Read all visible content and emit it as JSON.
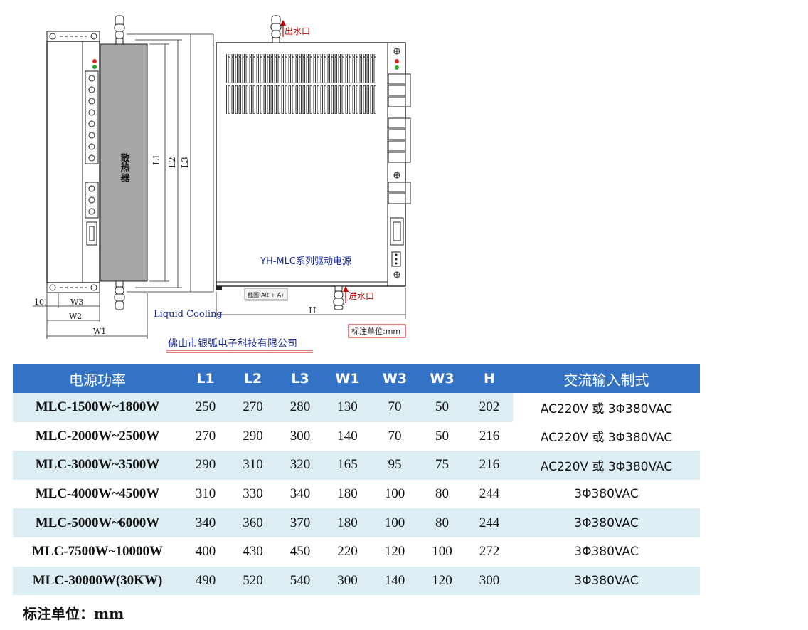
{
  "drawing": {
    "outlet_label": "出水口",
    "inlet_label": "进水口",
    "heatsink_label": "散热",
    "heatsink_label_extra": "器",
    "dim_L1": "L1",
    "dim_L2": "L2",
    "dim_L3": "L3",
    "dim_W1": "W1",
    "dim_W2": "W2",
    "dim_W3": "W3",
    "dim_10": "10",
    "dim_H": "H",
    "cooling_label": "Liquid Cooling",
    "product_label": "YH-MLC系列驱动电源",
    "screenshot_tip": "截图(Alt + A)",
    "unit_box": "标注单位:mm",
    "company": "佛山市银弧电子科技有限公司"
  },
  "table": {
    "headers": [
      "电源功率",
      "L1",
      "L2",
      "L3",
      "W1",
      "W3",
      "W3",
      "H",
      "交流输入制式"
    ],
    "rows": [
      [
        "MLC-1500W~1800W",
        "250",
        "270",
        "280",
        "130",
        "70",
        "50",
        "202",
        "AC220V 或 3Φ380VAC"
      ],
      [
        "MLC-2000W~2500W",
        "270",
        "290",
        "300",
        "140",
        "70",
        "50",
        "216",
        "AC220V 或 3Φ380VAC"
      ],
      [
        "MLC-3000W~3500W",
        "290",
        "310",
        "320",
        "165",
        "95",
        "75",
        "216",
        "AC220V 或 3Φ380VAC"
      ],
      [
        "MLC-4000W~4500W",
        "310",
        "330",
        "340",
        "180",
        "100",
        "80",
        "244",
        "3Φ380VAC"
      ],
      [
        "MLC-5000W~6000W",
        "340",
        "360",
        "370",
        "180",
        "100",
        "80",
        "244",
        "3Φ380VAC"
      ],
      [
        "MLC-7500W~10000W",
        "400",
        "430",
        "450",
        "220",
        "120",
        "100",
        "272",
        "3Φ380VAC"
      ],
      [
        "MLC-30000W(30KW)",
        "490",
        "520",
        "540",
        "300",
        "140",
        "120",
        "300",
        "3Φ380VAC"
      ]
    ]
  },
  "footnote": "标注单位：mm",
  "colors": {
    "header_bg": "#3372c4",
    "row_tint": "#dcedf3",
    "heatsink": "#a6a6a6",
    "annotation_red": "#c00000"
  }
}
